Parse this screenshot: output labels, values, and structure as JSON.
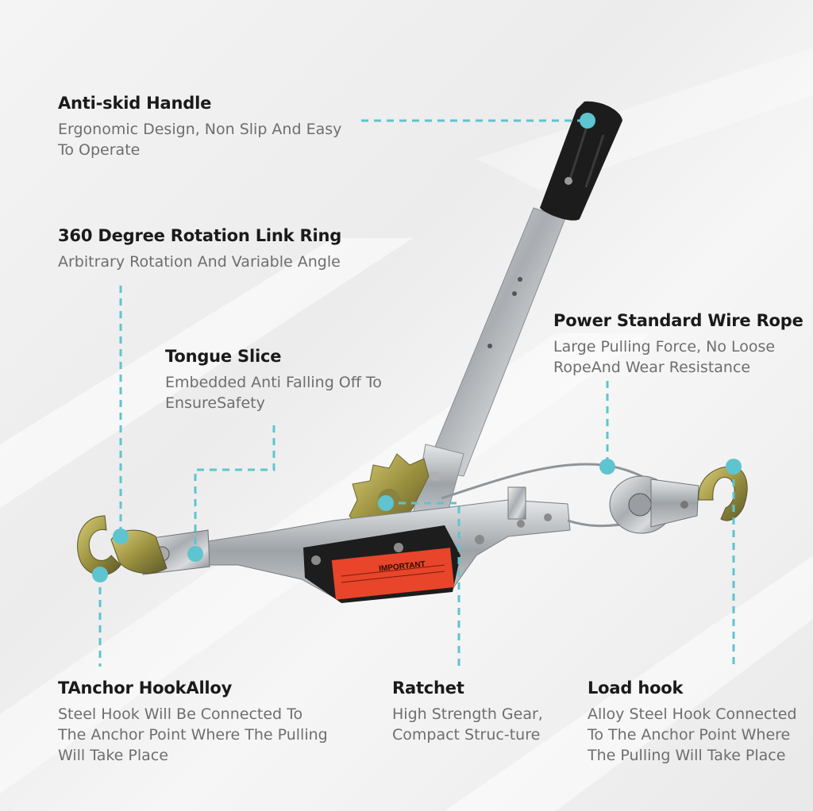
{
  "colors": {
    "accent": "#5ec4cf",
    "title": "#1a1a1a",
    "body": "#6e6e6e",
    "handle_grip": "#1c1c1c",
    "hook": "#a8a04a",
    "label": "#e8452a"
  },
  "callouts": [
    {
      "id": "anti-skid-handle",
      "title": "Anti-skid Handle",
      "text": "Ergonomic Design, Non Slip And Easy\nTo Operate"
    },
    {
      "id": "rotation-link-ring",
      "title": "360 Degree Rotation Link Ring",
      "text": "Arbitrary Rotation And Variable Angle"
    },
    {
      "id": "tongue-slice",
      "title": "Tongue Slice",
      "text": "Embedded Anti Falling Off To\nEnsureSafety"
    },
    {
      "id": "wire-rope",
      "title": "Power Standard Wire Rope",
      "text": "Large Pulling Force, No Loose\nRopeAnd Wear Resistance"
    },
    {
      "id": "anchor-hook",
      "title": "TAnchor HookAlloy",
      "text": "Steel Hook Will Be Connected To\nThe Anchor Point Where The Pulling\nWill Take Place"
    },
    {
      "id": "ratchet",
      "title": "Ratchet",
      "text": "High Strength Gear,\nCompact Struc-ture"
    },
    {
      "id": "load-hook",
      "title": "Load hook",
      "text": "Alloy Steel Hook Connected\nTo The Anchor Point Where\nThe Pulling Will Take Place"
    }
  ],
  "product": {
    "label_text": "IMPORTANT"
  }
}
